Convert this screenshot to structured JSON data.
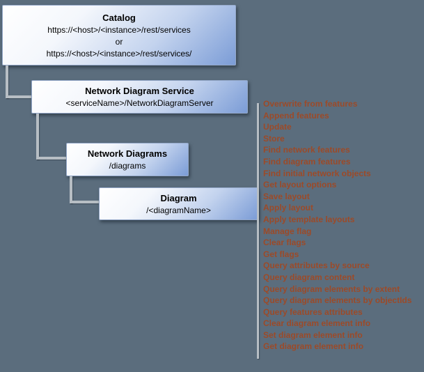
{
  "colors": {
    "background": "#5b6d7d",
    "box_gradient_top": "#ffffff",
    "box_gradient_bottom": "#7b9cd6",
    "connector": "#b7bec4",
    "operation_text": "#9c4a28"
  },
  "boxes": {
    "catalog": {
      "title": "Catalog",
      "line1": "https://<host>/<instance>/rest/services",
      "line2": "or",
      "line3": "https://<host>/<instance>/rest/services/"
    },
    "service": {
      "title": "Network Diagram Service",
      "subtitle": "<serviceName>/NetworkDiagramServer"
    },
    "diagrams": {
      "title": "Network Diagrams",
      "subtitle": "/diagrams"
    },
    "diagram": {
      "title": "Diagram",
      "subtitle": "/<diagramName>"
    }
  },
  "operations": {
    "items": [
      "Overwrite from features",
      "Append features",
      "Update",
      "Store",
      "Find network features",
      "Find diagram features",
      "Find initial network objects",
      "Get layout options",
      "Save layout",
      "Apply layout",
      "Apply template layouts",
      "Manage flag",
      "Clear flags",
      "Get flags",
      "Query attributes by source",
      "Query diagram content",
      "Query diagram elements by extent",
      "Query diagram elements by objectIds",
      "Query features attributes",
      "Clear diagram element info",
      "Set diagram element info",
      "Get diagram element info"
    ]
  }
}
